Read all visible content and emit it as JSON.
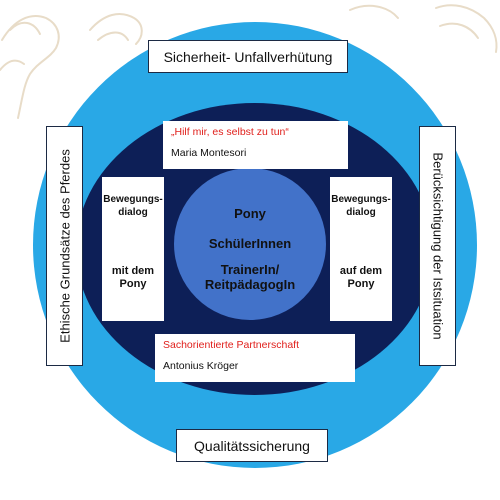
{
  "outer_ring": {
    "top": "Sicherheit- Unfallverhütung",
    "bottom": "Qualitätssicherung",
    "left": "Ethische Grundsätze des Pferdes",
    "right": "Berücksichtigung der Istsituation"
  },
  "inner": {
    "quote": {
      "text": "„Hilf mir, es selbst zu tun“",
      "author": "Maria Montesori"
    },
    "partnership": {
      "text": "Sachorientierte Partnerschaft",
      "author": "Antonius Kröger"
    },
    "left_box": {
      "line1": "Bewegungs-",
      "line2": "dialog",
      "line3": "mit dem",
      "line4": "Pony"
    },
    "right_box": {
      "line1": "Bewegungs-",
      "line2": "dialog",
      "line3": "auf dem",
      "line4": "Pony"
    }
  },
  "core": {
    "line1": "Pony",
    "line2": "SchülerInnen",
    "line3": "TrainerIn/",
    "line4": "ReitpädagogIn"
  },
  "colors": {
    "outer_ring": "#29a8e6",
    "inner_ring": "#0d1f57",
    "core": "#4272c9",
    "accent_text": "#e0201c"
  }
}
